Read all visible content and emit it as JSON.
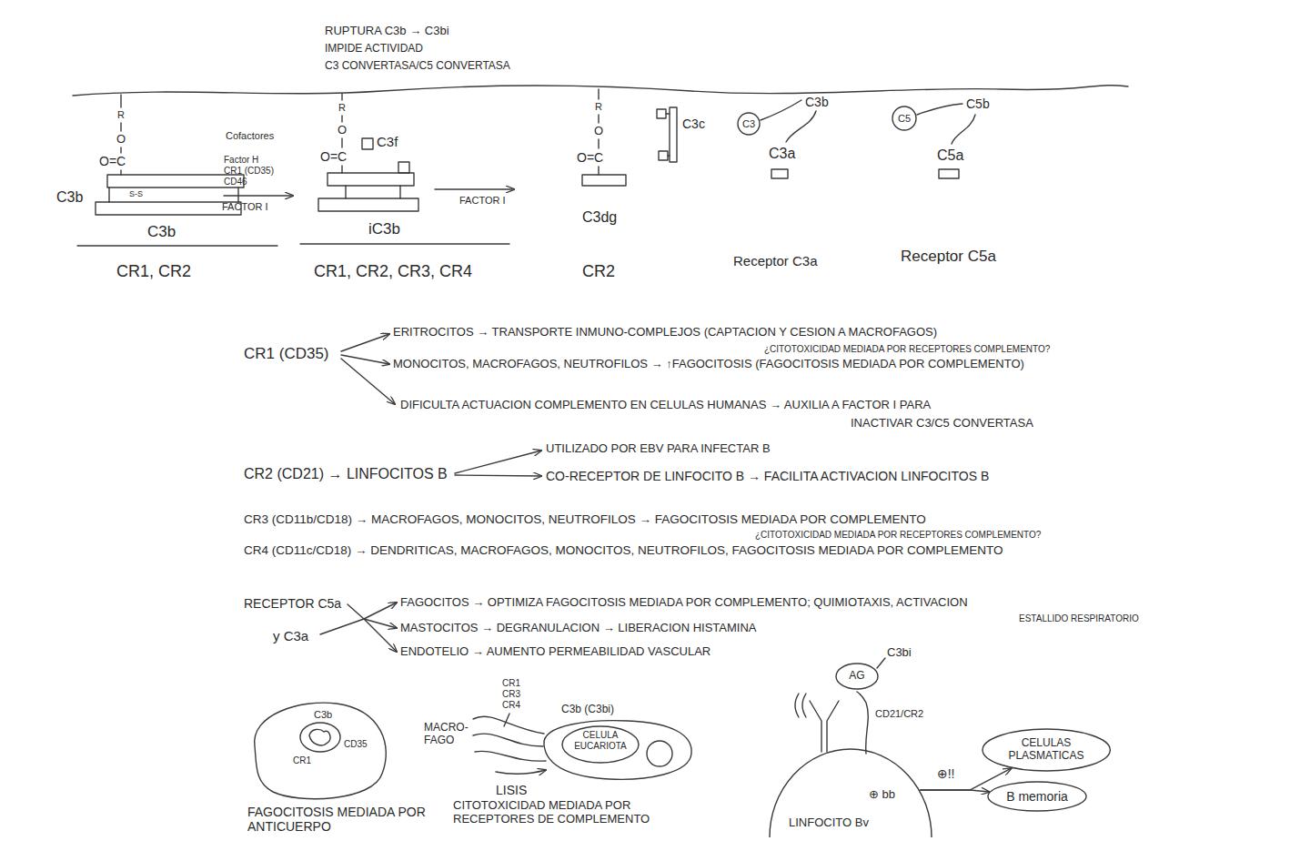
{
  "diagram": {
    "nodes": [
      {
        "text": [
          "C3"
        ]
      },
      {
        "text": [
          "C5"
        ]
      },
      {
        "text": [
          "CELULA EUCARIOTA"
        ]
      },
      {
        "text": [
          "AG"
        ]
      },
      {
        "text": [
          "LINFOCITO Bv"
        ]
      },
      {
        "text": [
          "CELULAS PLASMATICAS"
        ]
      },
      {
        "text": [
          "B memoria"
        ]
      }
    ],
    "edges": [
      {
        "from": 4,
        "to": 5,
        "arrow": "to"
      },
      {
        "from": 4,
        "to": 6,
        "arrow": "to"
      }
    ],
    "labels": [
      "RUPTURA C3b → C3bi",
      "IMPIDE ACTIVIDAD",
      "C3 CONVERTASA/C5 CONVERTASA",
      "R",
      "O",
      "O=C",
      "C3b",
      "S-S",
      "C3b",
      "CR1, CR2",
      "Cofactores",
      "Factor H",
      "CR1 (CD35)",
      "CD46",
      "FACTOR I",
      "R",
      "O",
      "O=C",
      "C3f",
      "iC3b",
      "CR1, CR2, CR3, CR4",
      "FACTOR I",
      "R",
      "O",
      "O=C",
      "C3c",
      "C3dg",
      "CR2",
      "C3b",
      "C3a",
      "C5b",
      "C5a",
      "Receptor C3a",
      "Receptor C5a",
      "CR1 (CD35)",
      "ERITROCITOS → TRANSPORTE INMUNO-COMPLEJOS (CAPTACION Y CESION A MACROFAGOS)",
      "¿CITOTOXICIDAD MEDIADA POR RECEPTORES COMPLEMENTO?",
      "MONOCITOS, MACROFAGOS, NEUTROFILOS → ↑FAGOCITOSIS (FAGOCITOSIS MEDIADA POR COMPLEMENTO)",
      "DIFICULTA ACTUACION COMPLEMENTO EN CELULAS HUMANAS → AUXILIA A FACTOR I PARA",
      "INACTIVAR C3/C5 CONVERTASA",
      "CR2 (CD21) → LINFOCITOS B",
      "UTILIZADO POR EBV PARA INFECTAR B",
      "CO-RECEPTOR DE LINFOCITO B → FACILITA ACTIVACION LINFOCITOS B",
      "CR3 (CD11b/CD18) → MACROFAGOS, MONOCITOS, NEUTROFILOS → FAGOCITOSIS MEDIADA POR COMPLEMENTO",
      "¿CITOTOXICIDAD MEDIADA POR RECEPTORES COMPLEMENTO?",
      "CR4 (CD11c/CD18) → DENDRITICAS, MACROFAGOS, MONOCITOS, NEUTROFILOS, FAGOCITOSIS MEDIADA POR COMPLEMENTO",
      "RECEPTOR C5a",
      "y C3a",
      "FAGOCITOS → OPTIMIZA FAGOCITOSIS MEDIADA POR COMPLEMENTO; QUIMIOTAXIS, ACTIVACION",
      "ESTALLIDO RESPIRATORIO",
      "MASTOCITOS → DEGRANULACION → LIBERACION HISTAMINA",
      "ENDOTELIO → AUMENTO PERMEABILIDAD VASCULAR",
      "C3b",
      "CD35",
      "CR1",
      "FAGOCITOSIS MEDIADA POR ANTICUERPO",
      "CR1",
      "CR3",
      "CR4",
      "MACRO- FAGO",
      "C3b (C3bi)",
      "LISIS",
      "CITOTOXICIDAD MEDIADA POR RECEPTORES DE COMPLEMENTO",
      "C3bi",
      "CD21/CR2",
      "⊕ bb",
      "⊕!!"
    ]
  }
}
